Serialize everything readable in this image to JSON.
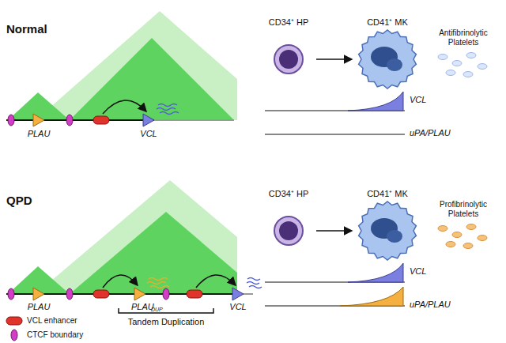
{
  "diagram": {
    "nodes": [
      {
        "text": [
          "CD34⁺ HP"
        ]
      },
      {
        "text": [
          "CD41⁺ MK"
        ]
      },
      {
        "text": [
          "CD34⁺ HP"
        ]
      },
      {
        "text": [
          "CD41⁺ MK"
        ]
      }
    ],
    "edges": [
      {
        "from": 0,
        "to": 1,
        "arrow": "to"
      },
      {
        "from": 2,
        "to": 3,
        "arrow": "to"
      }
    ],
    "labels": [
      "Normal",
      "PLAU",
      "VCL",
      "Antifibrinolytic Platelets",
      "VCL",
      "uPA/PLAU",
      "QPD",
      "PLAU",
      "PLAU",
      "DUP",
      "VCL",
      "Tandem Duplication",
      "Profibrinolytic Platelets",
      "VCL",
      "uPA/PLAU"
    ],
    "legend": [
      {
        "text": "VCL enhancer"
      },
      {
        "text": "CTCF boundary"
      }
    ]
  }
}
